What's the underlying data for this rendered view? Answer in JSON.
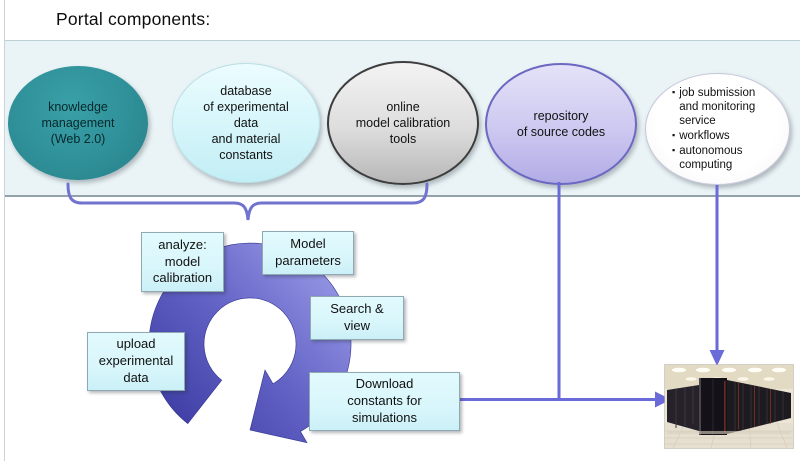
{
  "title": "Portal components:",
  "components": {
    "knowledge_management": {
      "label": "knowledge\nmanagement\n(Web 2.0)"
    },
    "experimental_database": {
      "label": "database\nof experimental\ndata\nand material\nconstants"
    },
    "calibration_tools": {
      "label": "online\nmodel calibration\ntools"
    },
    "source_repository": {
      "label": "repository\nof source codes"
    },
    "services": {
      "bullet": "▪",
      "items": [
        {
          "label": "job submission\nand monitoring\nservice"
        },
        {
          "label": "workflows"
        },
        {
          "label": "autonomous\ncomputing"
        }
      ]
    }
  },
  "process": {
    "analyze": {
      "label": "analyze:\nmodel\ncalibration"
    },
    "model_parameters": {
      "label": "Model\nparameters"
    },
    "search_view": {
      "label": "Search &\nview"
    },
    "upload": {
      "label": "upload\nexperimental\ndata"
    },
    "download": {
      "label": "Download\nconstants for\nsimulations"
    }
  },
  "colors": {
    "knowledge_fill": "#2F9099",
    "database_fill": "#D4F5FA",
    "calibration_fill": "#D9D9D9",
    "repository_fill": "#C9C4EE",
    "services_fill": "#FFFFFF",
    "band_fill": "#EAF4F6",
    "process_box_fill": "#D8F6FB",
    "connector": "#6A6AD8",
    "donut_dark": "#3A3AA2",
    "donut_light": "#9B9BE8"
  }
}
